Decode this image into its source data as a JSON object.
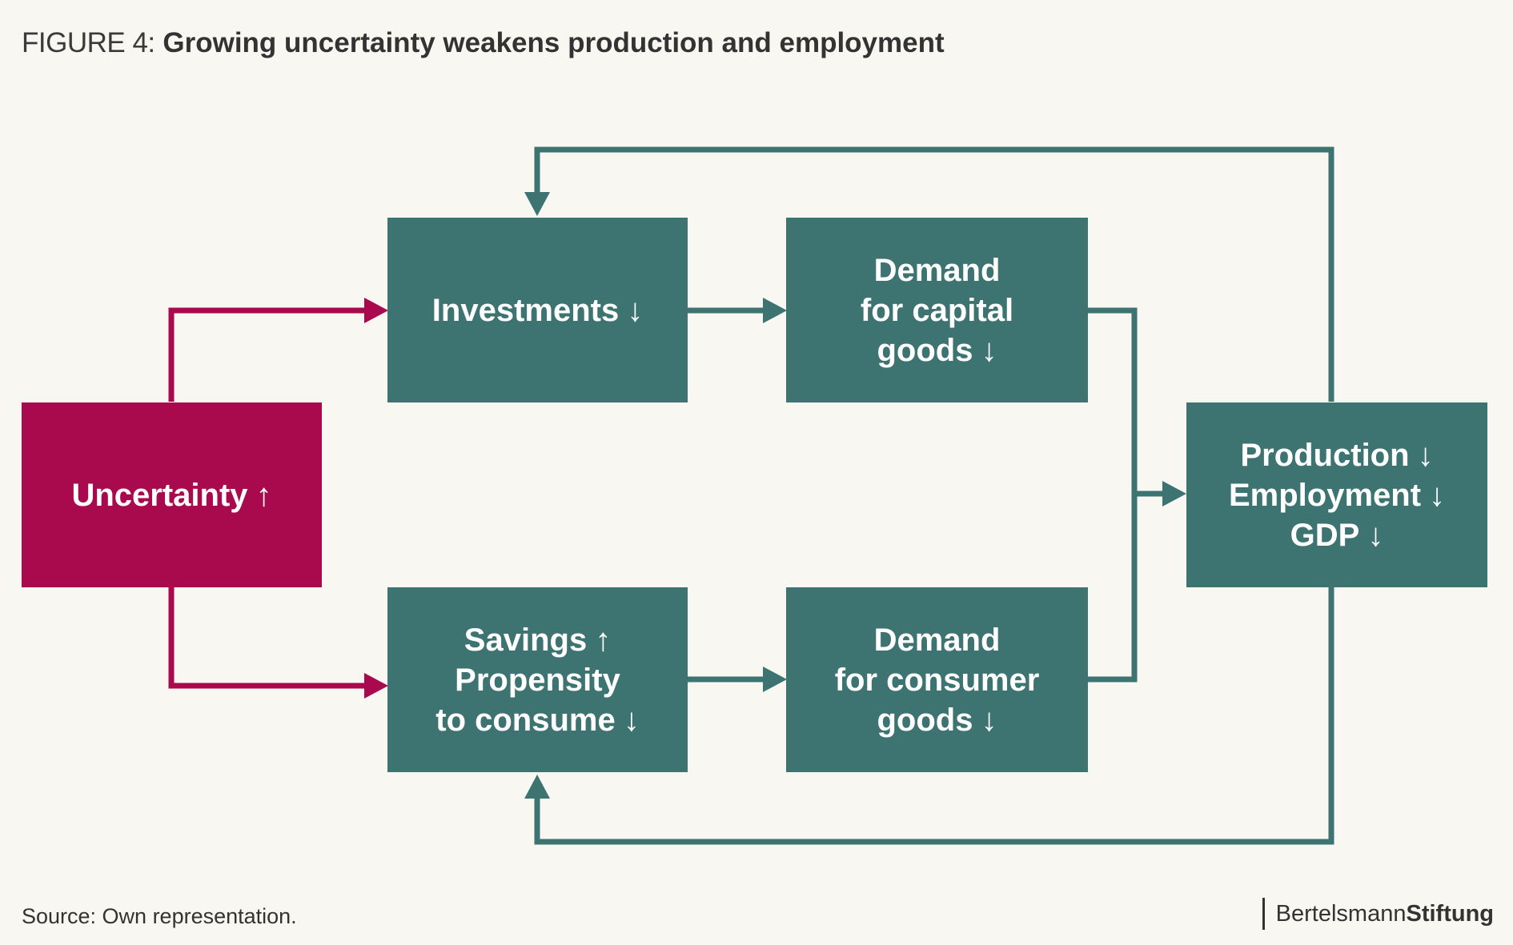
{
  "title": {
    "prefix": "FIGURE 4:",
    "main": "Growing uncertainty weakens production and employment"
  },
  "nodes": {
    "uncertainty": {
      "text": "Uncertainty",
      "arrow": "↑"
    },
    "investments": {
      "text": "Investments",
      "arrow": "↓"
    },
    "demand_capital": {
      "line1": "Demand",
      "line2": "for capital",
      "line3": "goods",
      "arrow": "↓"
    },
    "savings": {
      "line1": "Savings",
      "arrow1": "↑",
      "line2": "Propensity",
      "line3": "to consume",
      "arrow3": "↓"
    },
    "demand_consumer": {
      "line1": "Demand",
      "line2": "for consumer",
      "line3": "goods",
      "arrow": "↓"
    },
    "output": {
      "line1": "Production",
      "arrow1": "↓",
      "line2": "Employment",
      "arrow2": "↓",
      "line3": "GDP",
      "arrow3": "↓"
    }
  },
  "colors": {
    "teal": "#3d7370",
    "magenta": "#a80a4d",
    "background": "#f8f7f1"
  },
  "footer": {
    "source": "Source: Own representation.",
    "brand_regular": "Bertelsmann",
    "brand_bold": "Stiftung"
  }
}
